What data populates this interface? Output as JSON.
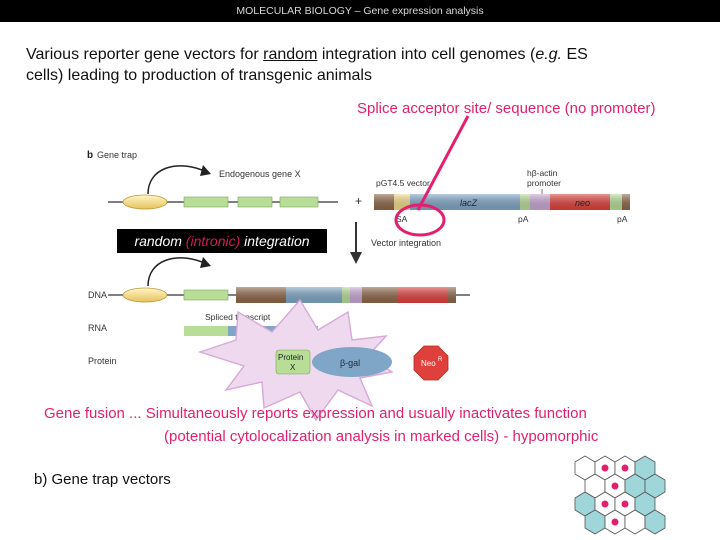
{
  "header": {
    "title": "MOLECULAR BIOLOGY  –  Gene expression analysis"
  },
  "headline": {
    "before": "Various reporter gene vectors for ",
    "underlined": "random",
    "after_line1": " integration into cell genomes (",
    "eg": "e.g.",
    "after_eg": " ES",
    "line2": "cells) leading to production of transgenic animals"
  },
  "callouts": {
    "splice": "Splice acceptor site/ sequence (no promoter)",
    "integration_prefix": "random ",
    "integration_highlight": "(intronic)",
    "integration_suffix": " integration",
    "fusion_line1": "Gene fusion ... Simultaneously reports expression and usually inactivates function",
    "fusion_line2": "(potential cytolocalization analysis in marked cells) - hypomorphic"
  },
  "caption": "b) Gene trap vectors",
  "diagram": {
    "panel": "b",
    "panel_title": "Gene trap",
    "endogenous_gene": "Endogenous gene X",
    "vector_name": "pGT4.5 vector",
    "bactin": "hβ-actin",
    "promoter": "promoter",
    "lacz": "lacZ",
    "neo": "neo",
    "sa": "SA",
    "pa": "pA",
    "vector_integration": "Vector integration",
    "plus": "+",
    "row_dna": "DNA",
    "row_rna": "RNA",
    "row_protein": "Protein",
    "spliced_transcript": "Spliced transcript",
    "protein_x_1": "Protein",
    "protein_x_2": "X",
    "beta_gal": "β-gal",
    "neo_r": "Neo",
    "neo_r_sup": "R"
  },
  "colors": {
    "accent_pink": "#e2206f",
    "exon_green": "#b7dd97",
    "sa_yellow": "#f3dc88",
    "lacz_blue": "#7fa6c6",
    "neo_red": "#e0403b",
    "brown": "#8e6648",
    "star_fill": "#eed9ee",
    "hex_cyan": "#9fd6da"
  }
}
